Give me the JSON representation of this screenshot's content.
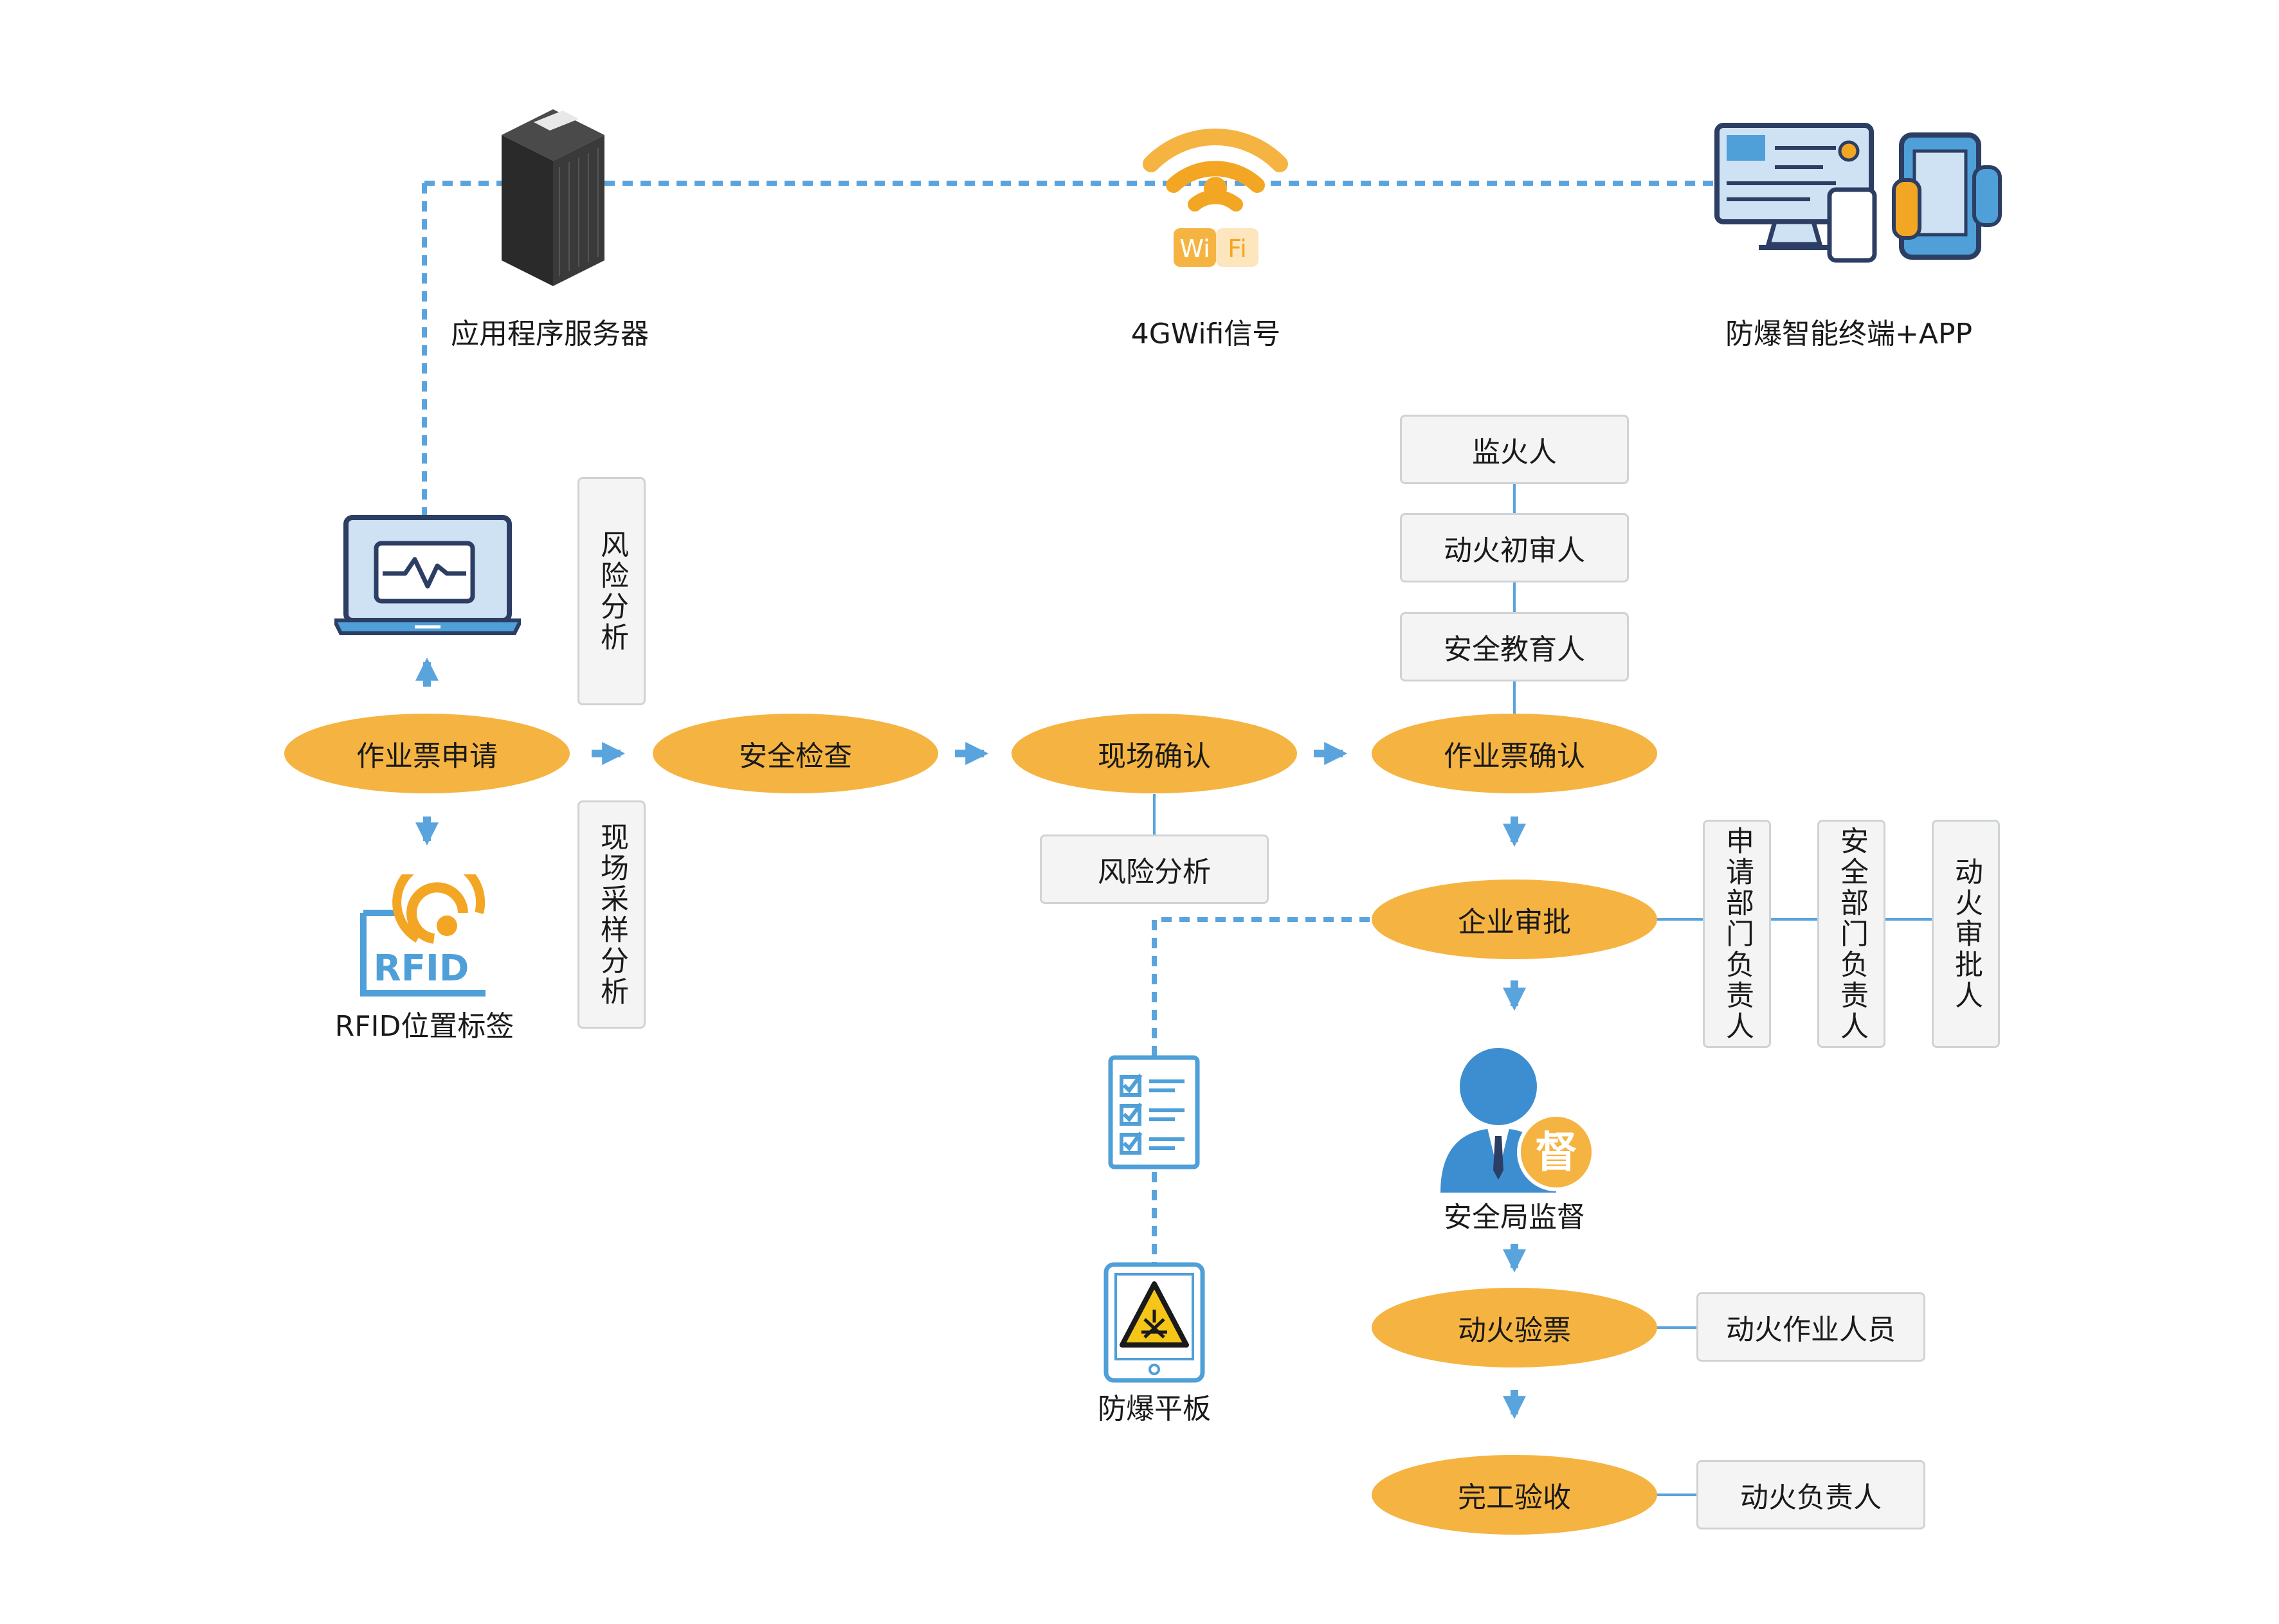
{
  "top": {
    "server_label": "应用程序服务器",
    "wifi_label": "4GWifi信号",
    "wifi_badge_left": "Wi",
    "wifi_badge_right": "Fi",
    "terminal_label": "防爆智能终端+APP"
  },
  "steps": {
    "apply": "作业票申请",
    "safety_check": "安全检查",
    "site_confirm": "现场确认",
    "ticket_confirm": "作业票确认",
    "enterprise_approve": "企业审批",
    "ticket_check": "动火验票",
    "completion": "完工验收"
  },
  "side_boxes": {
    "risk_analysis_v": "风险分析",
    "site_sampling_v": "现场采样分析",
    "risk_analysis_h": "风险分析"
  },
  "roles": {
    "fire_watcher": "监火人",
    "first_reviewer": "动火初审人",
    "safety_educator": "安全教育人",
    "apply_dept_head": "申请部门负责人",
    "safety_dept_head": "安全部门负责人",
    "fire_approver": "动火审批人",
    "fire_workers": "动火作业人员",
    "fire_leader": "动火负责人"
  },
  "devices": {
    "rfid_text": "RFID",
    "rfid_label": "RFID位置标签",
    "supervision_badge": "督",
    "supervision_label": "安全局监督",
    "tablet_label": "防爆平板"
  },
  "colors": {
    "step_fill": "#f5b441",
    "connector_blue": "#5aa4de",
    "box_fill": "#f4f4f4",
    "box_border": "#cfd3d6",
    "icon_blue": "#4f9fd8",
    "icon_orange": "#f3a623",
    "icon_navy": "#2c3e63"
  }
}
